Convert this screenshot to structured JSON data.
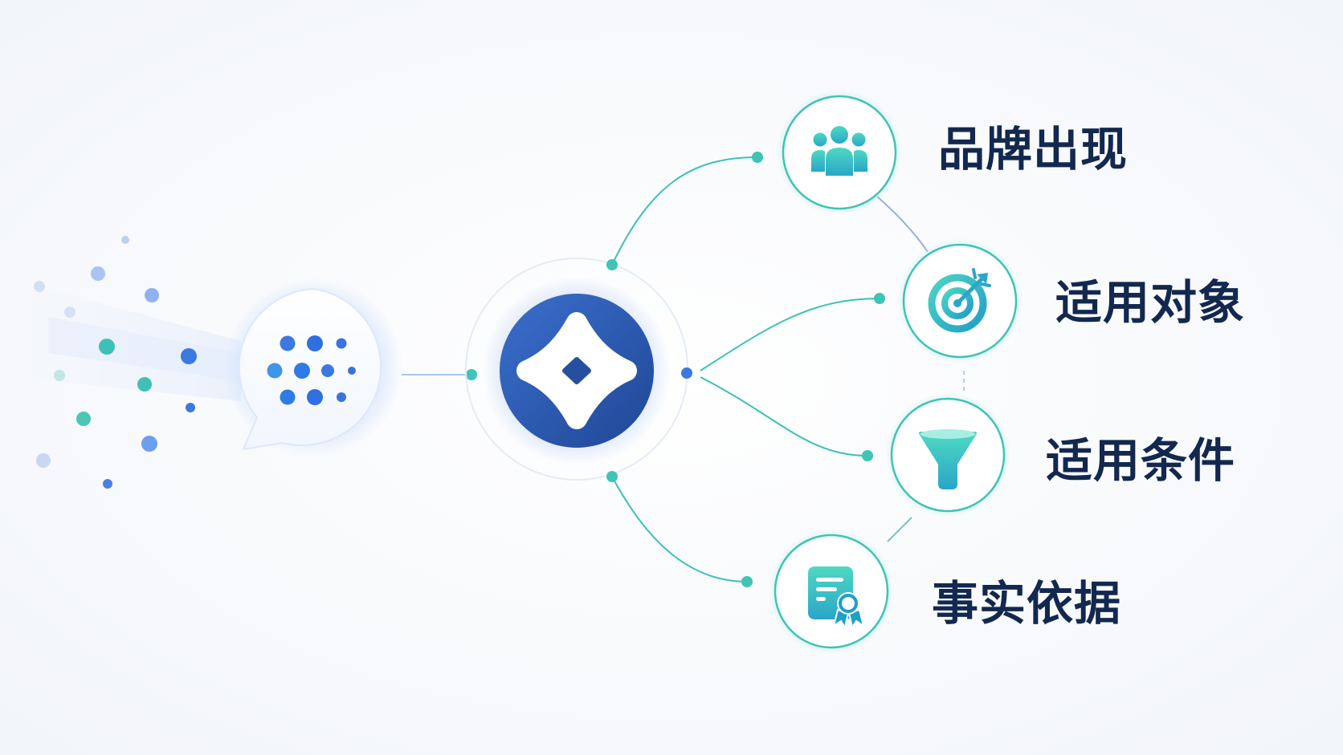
{
  "diagram": {
    "targets": [
      {
        "label": "品牌出现",
        "icon": "people-group-icon"
      },
      {
        "label": "适用对象",
        "icon": "target-arrow-icon"
      },
      {
        "label": "适用条件",
        "icon": "funnel-icon"
      },
      {
        "label": "事实依据",
        "icon": "certificate-document-icon"
      }
    ],
    "source": {
      "icon": "chat-bubble-dots-icon"
    },
    "hub": {
      "icon": "ai-sparkle-logo-icon"
    },
    "colors": {
      "primary_blue": "#2c5bb4",
      "accent_teal": "#2cc4b4",
      "text_navy": "#13284f"
    }
  }
}
